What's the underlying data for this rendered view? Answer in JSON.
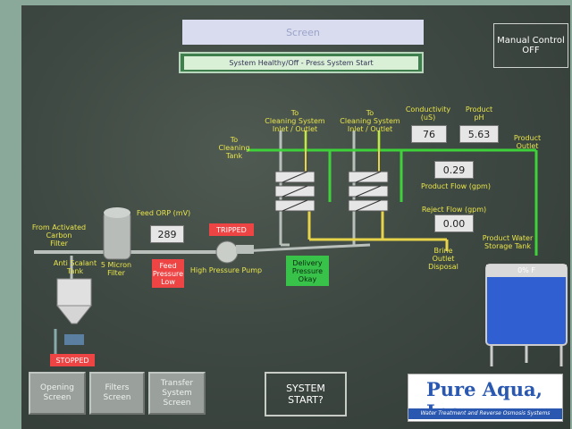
{
  "header": {
    "screen_title": "Screen",
    "status_message": "System Healthy/Off - Press System Start",
    "manual_control": "Manual Control\nOFF"
  },
  "labels": {
    "to_cleaning_tank": "To\nCleaning\nTank",
    "to_cleaning_inlet_1": "To\nCleaning System\nInlet / Outlet",
    "to_cleaning_inlet_2": "To\nCleaning System\nInlet / Outlet",
    "conductivity": "Conductivity\n(uS)",
    "product_ph": "Product\npH",
    "product_outlet": "Product\nOutlet",
    "product_flow": "Product Flow (gpm)",
    "reject_flow": "Reject Flow (gpm)",
    "brine_outlet": "Brine\nOutlet\nDisposal",
    "product_water_tank": "Product Water\nStorage Tank",
    "from_carbon": "From Activated\nCarbon\nFilter",
    "anti_scalant": "Anti Scalant\nTank",
    "micron_filter": "5 Micron\nFilter",
    "feed_orp": "Feed ORP (mV)",
    "high_pressure_pump": "High Pressure Pump",
    "tank_level": "0% F"
  },
  "values": {
    "conductivity": "76",
    "ph": "5.63",
    "product_flow": "0.29",
    "reject_flow": "0.00",
    "feed_orp": "289"
  },
  "alarms": {
    "feed_pressure_low": "Feed\nPressure\nLow",
    "pump_tripped": "TRIPPED",
    "dosing_stopped": "STOPPED",
    "delivery_ok": "Delivery\nPressure\nOkay"
  },
  "buttons": {
    "opening": "Opening\nScreen",
    "filters": "Filters\nScreen",
    "transfer": "Transfer\nSystem\nScreen",
    "system_start": "SYSTEM\nSTART?"
  },
  "logo": {
    "name": "Pure Aqua, Inc.",
    "tagline": "Water Treatment and Reverse Osmosis Systems"
  },
  "colors": {
    "green_pipe": "#3fd13a",
    "yellow_pipe": "#e8d44a",
    "gray_pipe": "#b9bfbb",
    "alarm_red": "#ee4444",
    "tank_blue": "#2f5fd0"
  }
}
